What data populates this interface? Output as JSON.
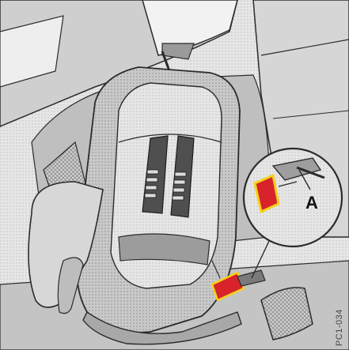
{
  "figure": {
    "callout_label": "A",
    "reference_code": "PC1-034",
    "colors": {
      "background": "#ffffff",
      "line": "#2b2b2b",
      "shade_light": "#d9d9d9",
      "shade_mid": "#b8b8b8",
      "shade_dark": "#8f8f8f",
      "highlight_red": "#d8232a",
      "highlight_yellow": "#f2d21b"
    },
    "icons": [
      "child-seat-illustration",
      "seat-anchor-connector",
      "magnifier-callout"
    ]
  }
}
